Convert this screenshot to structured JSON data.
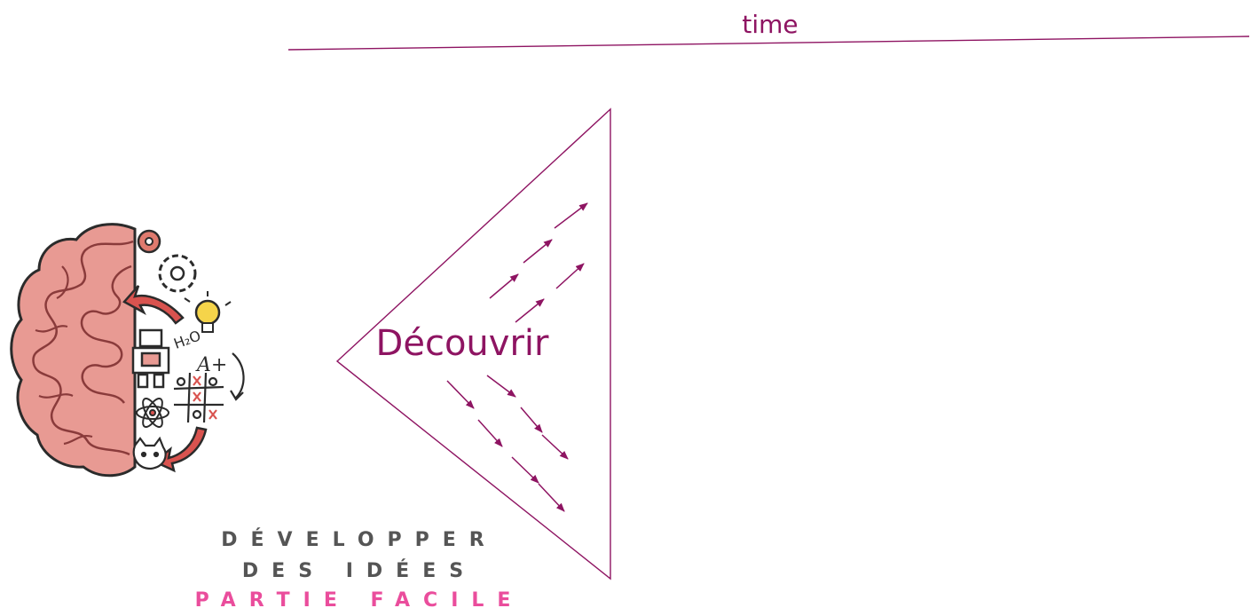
{
  "header": {
    "time_label": "time"
  },
  "diagram": {
    "center_label": "Découvrir",
    "accent_color": "#8e1462"
  },
  "logo": {
    "icon": "brain-test-logo"
  },
  "caption": {
    "line1": "DÉVELOPPER",
    "line2": "DES IDÉES",
    "line3": "PARTIE FACILE",
    "dark_color": "#555555",
    "pink_color": "#ea4d9c"
  }
}
